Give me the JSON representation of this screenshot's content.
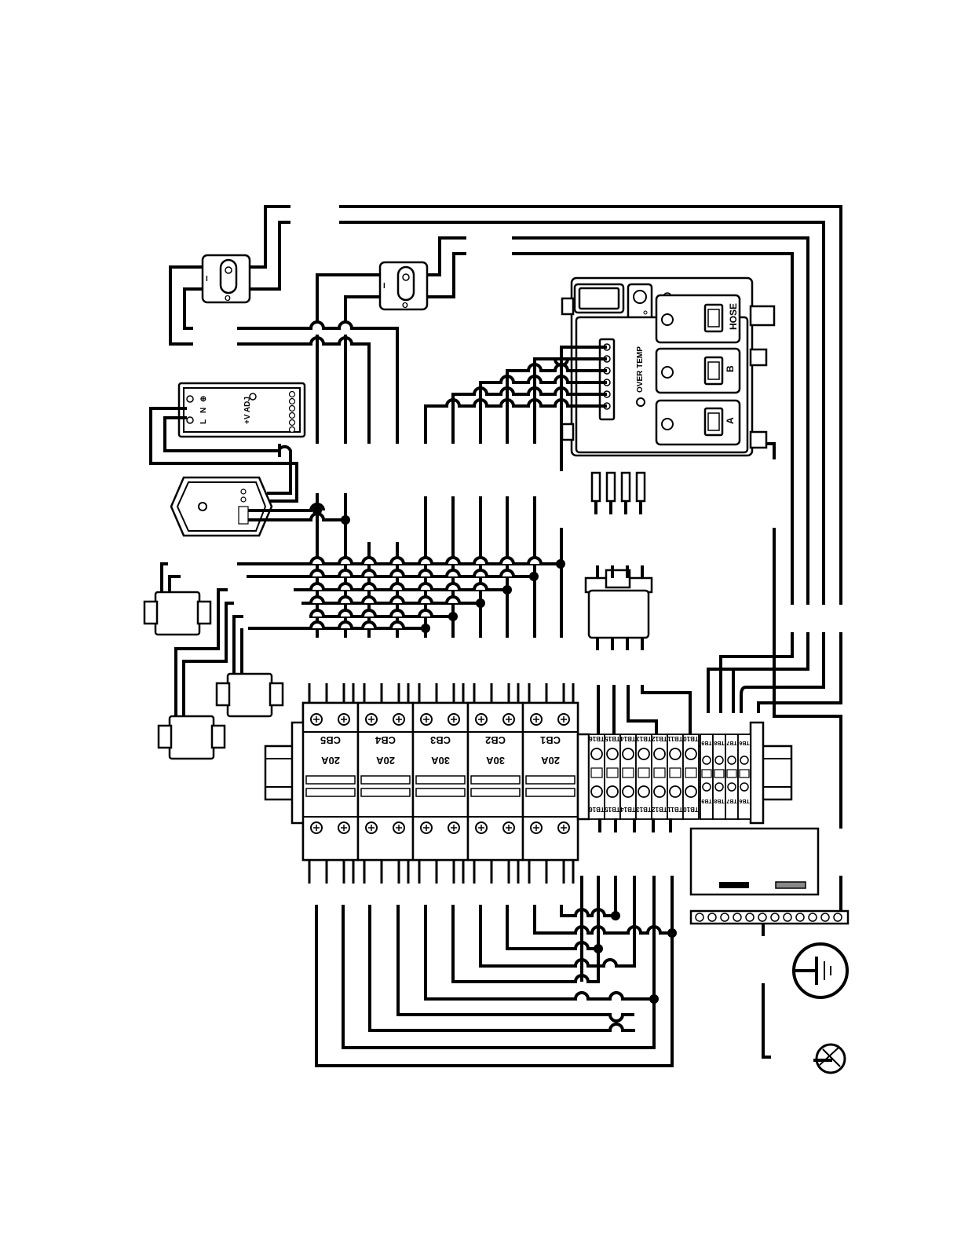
{
  "control_module": {
    "zones": [
      "HOSE",
      "B",
      "A"
    ],
    "over_temp_label": "OVER TEMP"
  },
  "power_supply": {
    "input_labels": [
      "L",
      "N",
      "⊕"
    ],
    "adjust_label": "+V ADJ"
  },
  "disconnects": [
    {
      "on_mark": "I",
      "off_mark": "O"
    },
    {
      "on_mark": "I",
      "off_mark": "O"
    }
  ],
  "breakers": [
    {
      "id": "CB5",
      "rating": "20A"
    },
    {
      "id": "CB4",
      "rating": "20A"
    },
    {
      "id": "CB3",
      "rating": "30A"
    },
    {
      "id": "CB2",
      "rating": "30A"
    },
    {
      "id": "CB1",
      "rating": "20A"
    }
  ],
  "terminal_blocks": {
    "wide": [
      "TB16",
      "TB15",
      "TB14",
      "TB13",
      "TB12",
      "TB11",
      "TB10"
    ],
    "narrow": [
      "TB9",
      "TB8",
      "TB7",
      "TB6"
    ]
  },
  "colors": {
    "wire": "#000000",
    "label_fill": "#888888"
  }
}
